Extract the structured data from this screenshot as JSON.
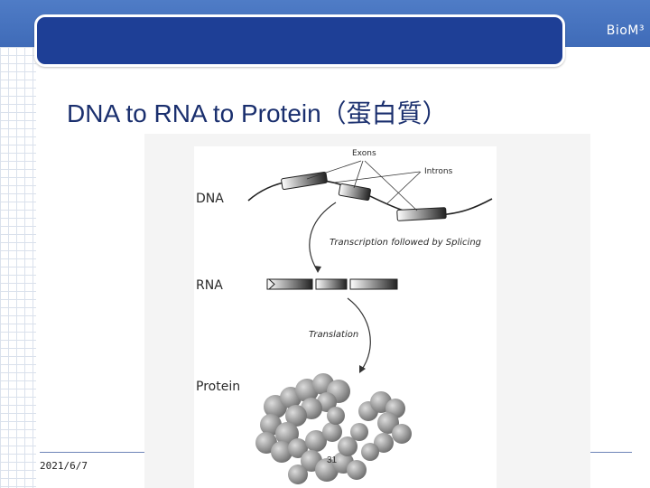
{
  "header": {
    "brand": "BioM³"
  },
  "slide": {
    "title": "DNA to RNA to Protein（蛋白質）"
  },
  "figure": {
    "labels": {
      "dna": "DNA",
      "rna": "RNA",
      "protein": "Protein",
      "exons": "Exons",
      "introns": "Introns",
      "transcription": "Transcription followed by Splicing",
      "translation": "Translation"
    }
  },
  "footer": {
    "date": "2021/6/7",
    "page": "31"
  },
  "colors": {
    "header_band": "#4f7cc6",
    "title_box": "#1e3f96",
    "title_text": "#1a2f6e"
  }
}
